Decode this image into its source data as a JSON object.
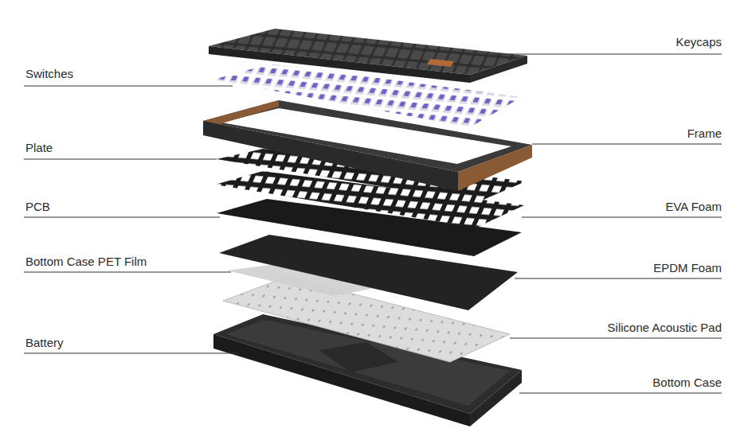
{
  "diagram": {
    "labels": [
      "Keycaps",
      "Switches",
      "Frame",
      "Plate",
      "PCB",
      "EVA Foam",
      "Bottom Case PET Film",
      "EPDM Foam",
      "Silicone Acoustic Pad",
      "Battery",
      "Bottom Case"
    ]
  }
}
